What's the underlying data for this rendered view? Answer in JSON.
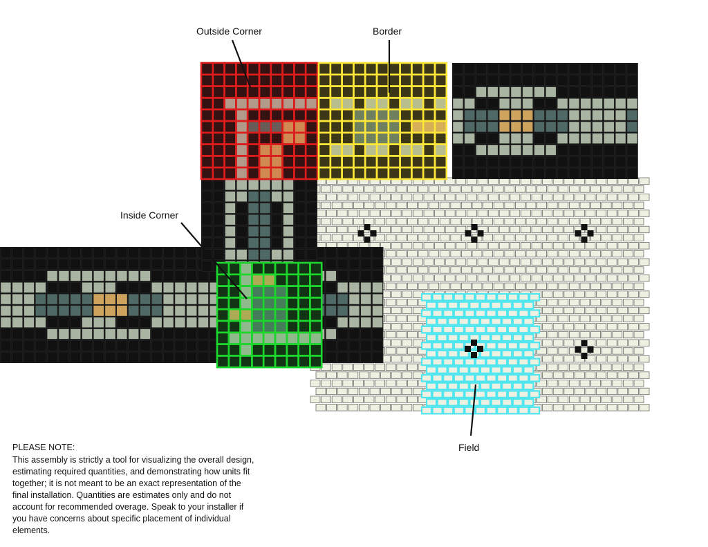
{
  "labels": {
    "outside_corner": "Outside Corner",
    "border": "Border",
    "inside_corner": "Inside Corner",
    "field": "Field"
  },
  "note": {
    "title": "PLEASE NOTE:",
    "body": "This assembly is strictly a tool for visualizing the overall design, estimating required quantities, and demonstrating how units fit together; it is not meant to be an exact representation of the final installation. Quantities are estimates only and do not account for recommended overage. Speak to your installer if you have concerns about specific placement of individual elements."
  },
  "colors": {
    "grout_dark": "#161616",
    "tile_dark": "#111111",
    "tile_sage": "#a9b5a2",
    "tile_slate": "#4f6a66",
    "tile_gold": "#cda35d",
    "field_tile": "#eef0e2",
    "field_grout": "#6c6c66",
    "outside_corner_highlight": "#dd1d1d",
    "border_highlight": "#ffe73a",
    "inside_corner_highlight": "#1dd82e",
    "field_highlight": "#4fe6f0"
  }
}
